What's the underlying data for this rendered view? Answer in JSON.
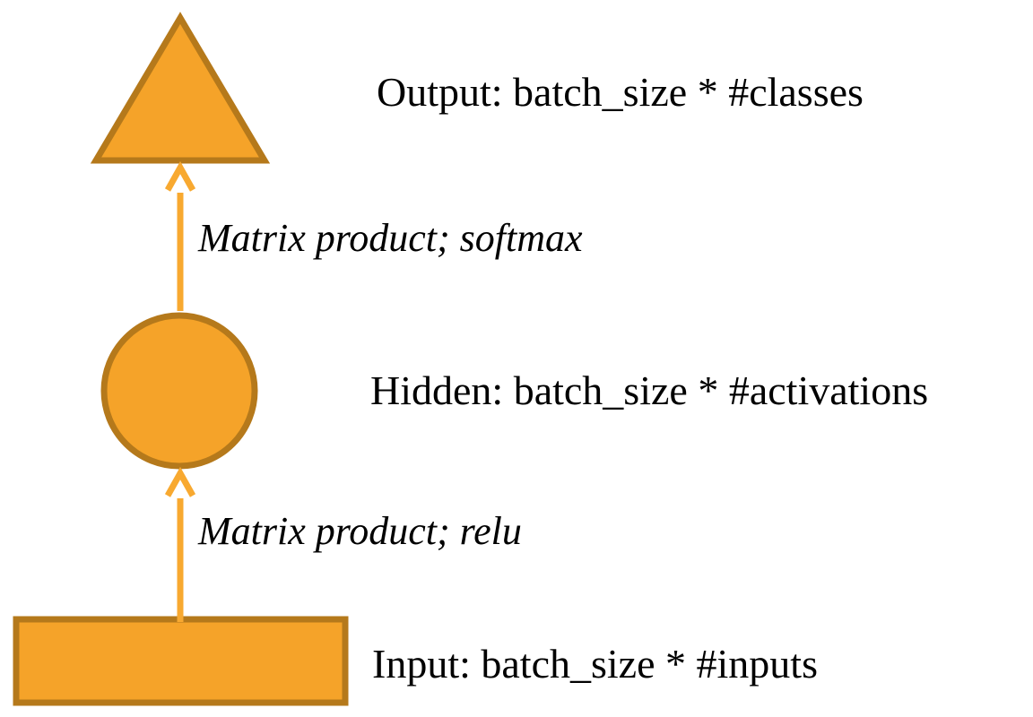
{
  "diagram": {
    "type": "neural-network-architecture",
    "nodes": [
      {
        "id": "output",
        "shape": "triangle",
        "label": "Output: batch_size * #classes"
      },
      {
        "id": "hidden",
        "shape": "circle",
        "label": "Hidden: batch_size * #activations"
      },
      {
        "id": "input",
        "shape": "rectangle",
        "label": "Input: batch_size * #inputs"
      }
    ],
    "edges": [
      {
        "from": "hidden",
        "to": "output",
        "label": "Matrix product; softmax"
      },
      {
        "from": "input",
        "to": "hidden",
        "label": "Matrix product; relu"
      }
    ],
    "colors": {
      "shape_fill": "#F5A329",
      "shape_stroke": "#B5791B",
      "arrow": "#F8A930",
      "text": "#000000",
      "background": "#FFFFFF"
    }
  }
}
